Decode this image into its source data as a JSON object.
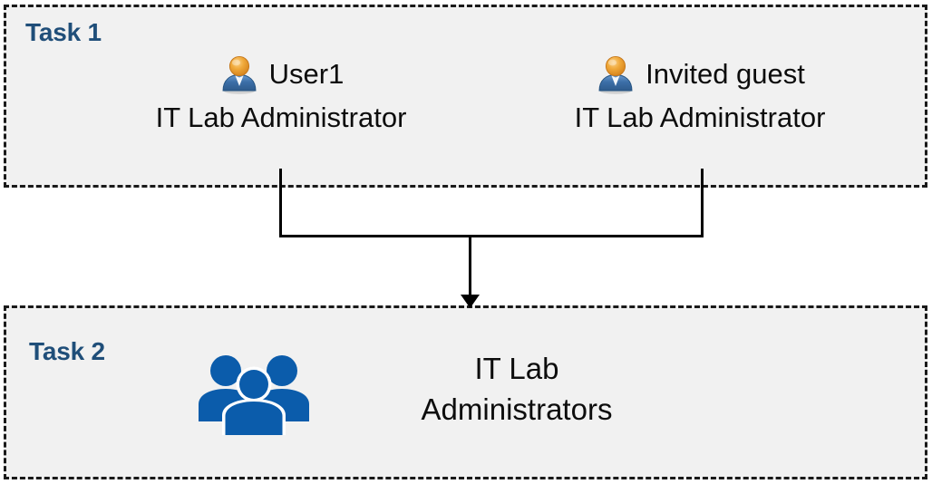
{
  "diagram": {
    "background_color": "#FFFFFF",
    "box_fill_color": "#F1F1F1",
    "box_border_color": "#1A1A1A",
    "accent_color": "#1F4E79",
    "group_icon_color": "#0B5CAB",
    "connector_color": "#000000"
  },
  "task1": {
    "label": "Task 1",
    "people": [
      {
        "icon": "user-icon",
        "name": "User1",
        "role": "IT Lab Administrator"
      },
      {
        "icon": "user-icon",
        "name": "Invited guest",
        "role": "IT Lab Administrator"
      }
    ]
  },
  "task2": {
    "label": "Task 2",
    "group": {
      "icon": "user-group-icon",
      "name_line1": "IT Lab",
      "name_line2": "Administrators"
    }
  },
  "connector": {
    "icon": "down-arrow-icon",
    "description": "Both Task 1 people join into the Task 2 group"
  }
}
